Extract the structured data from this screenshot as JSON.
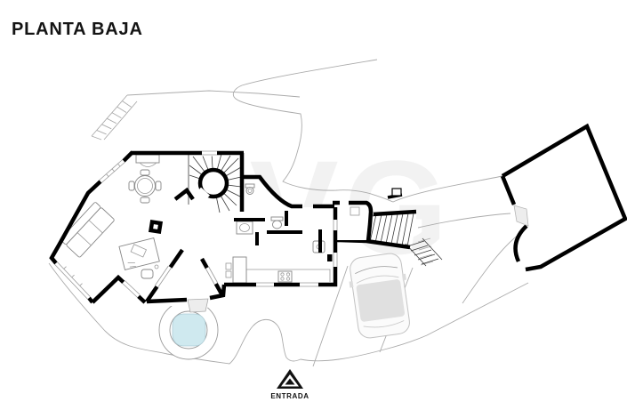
{
  "page": {
    "title": "PLANTA BAJA"
  },
  "plan": {
    "entrance_label": "ENTRADA",
    "watermark": "VG",
    "colors": {
      "walls": "#000000",
      "terrain_line": "#ababab",
      "pool_water": "#cfe9ef",
      "car_roof": "#e0e0e0",
      "door_leaf": "#ededed"
    }
  }
}
